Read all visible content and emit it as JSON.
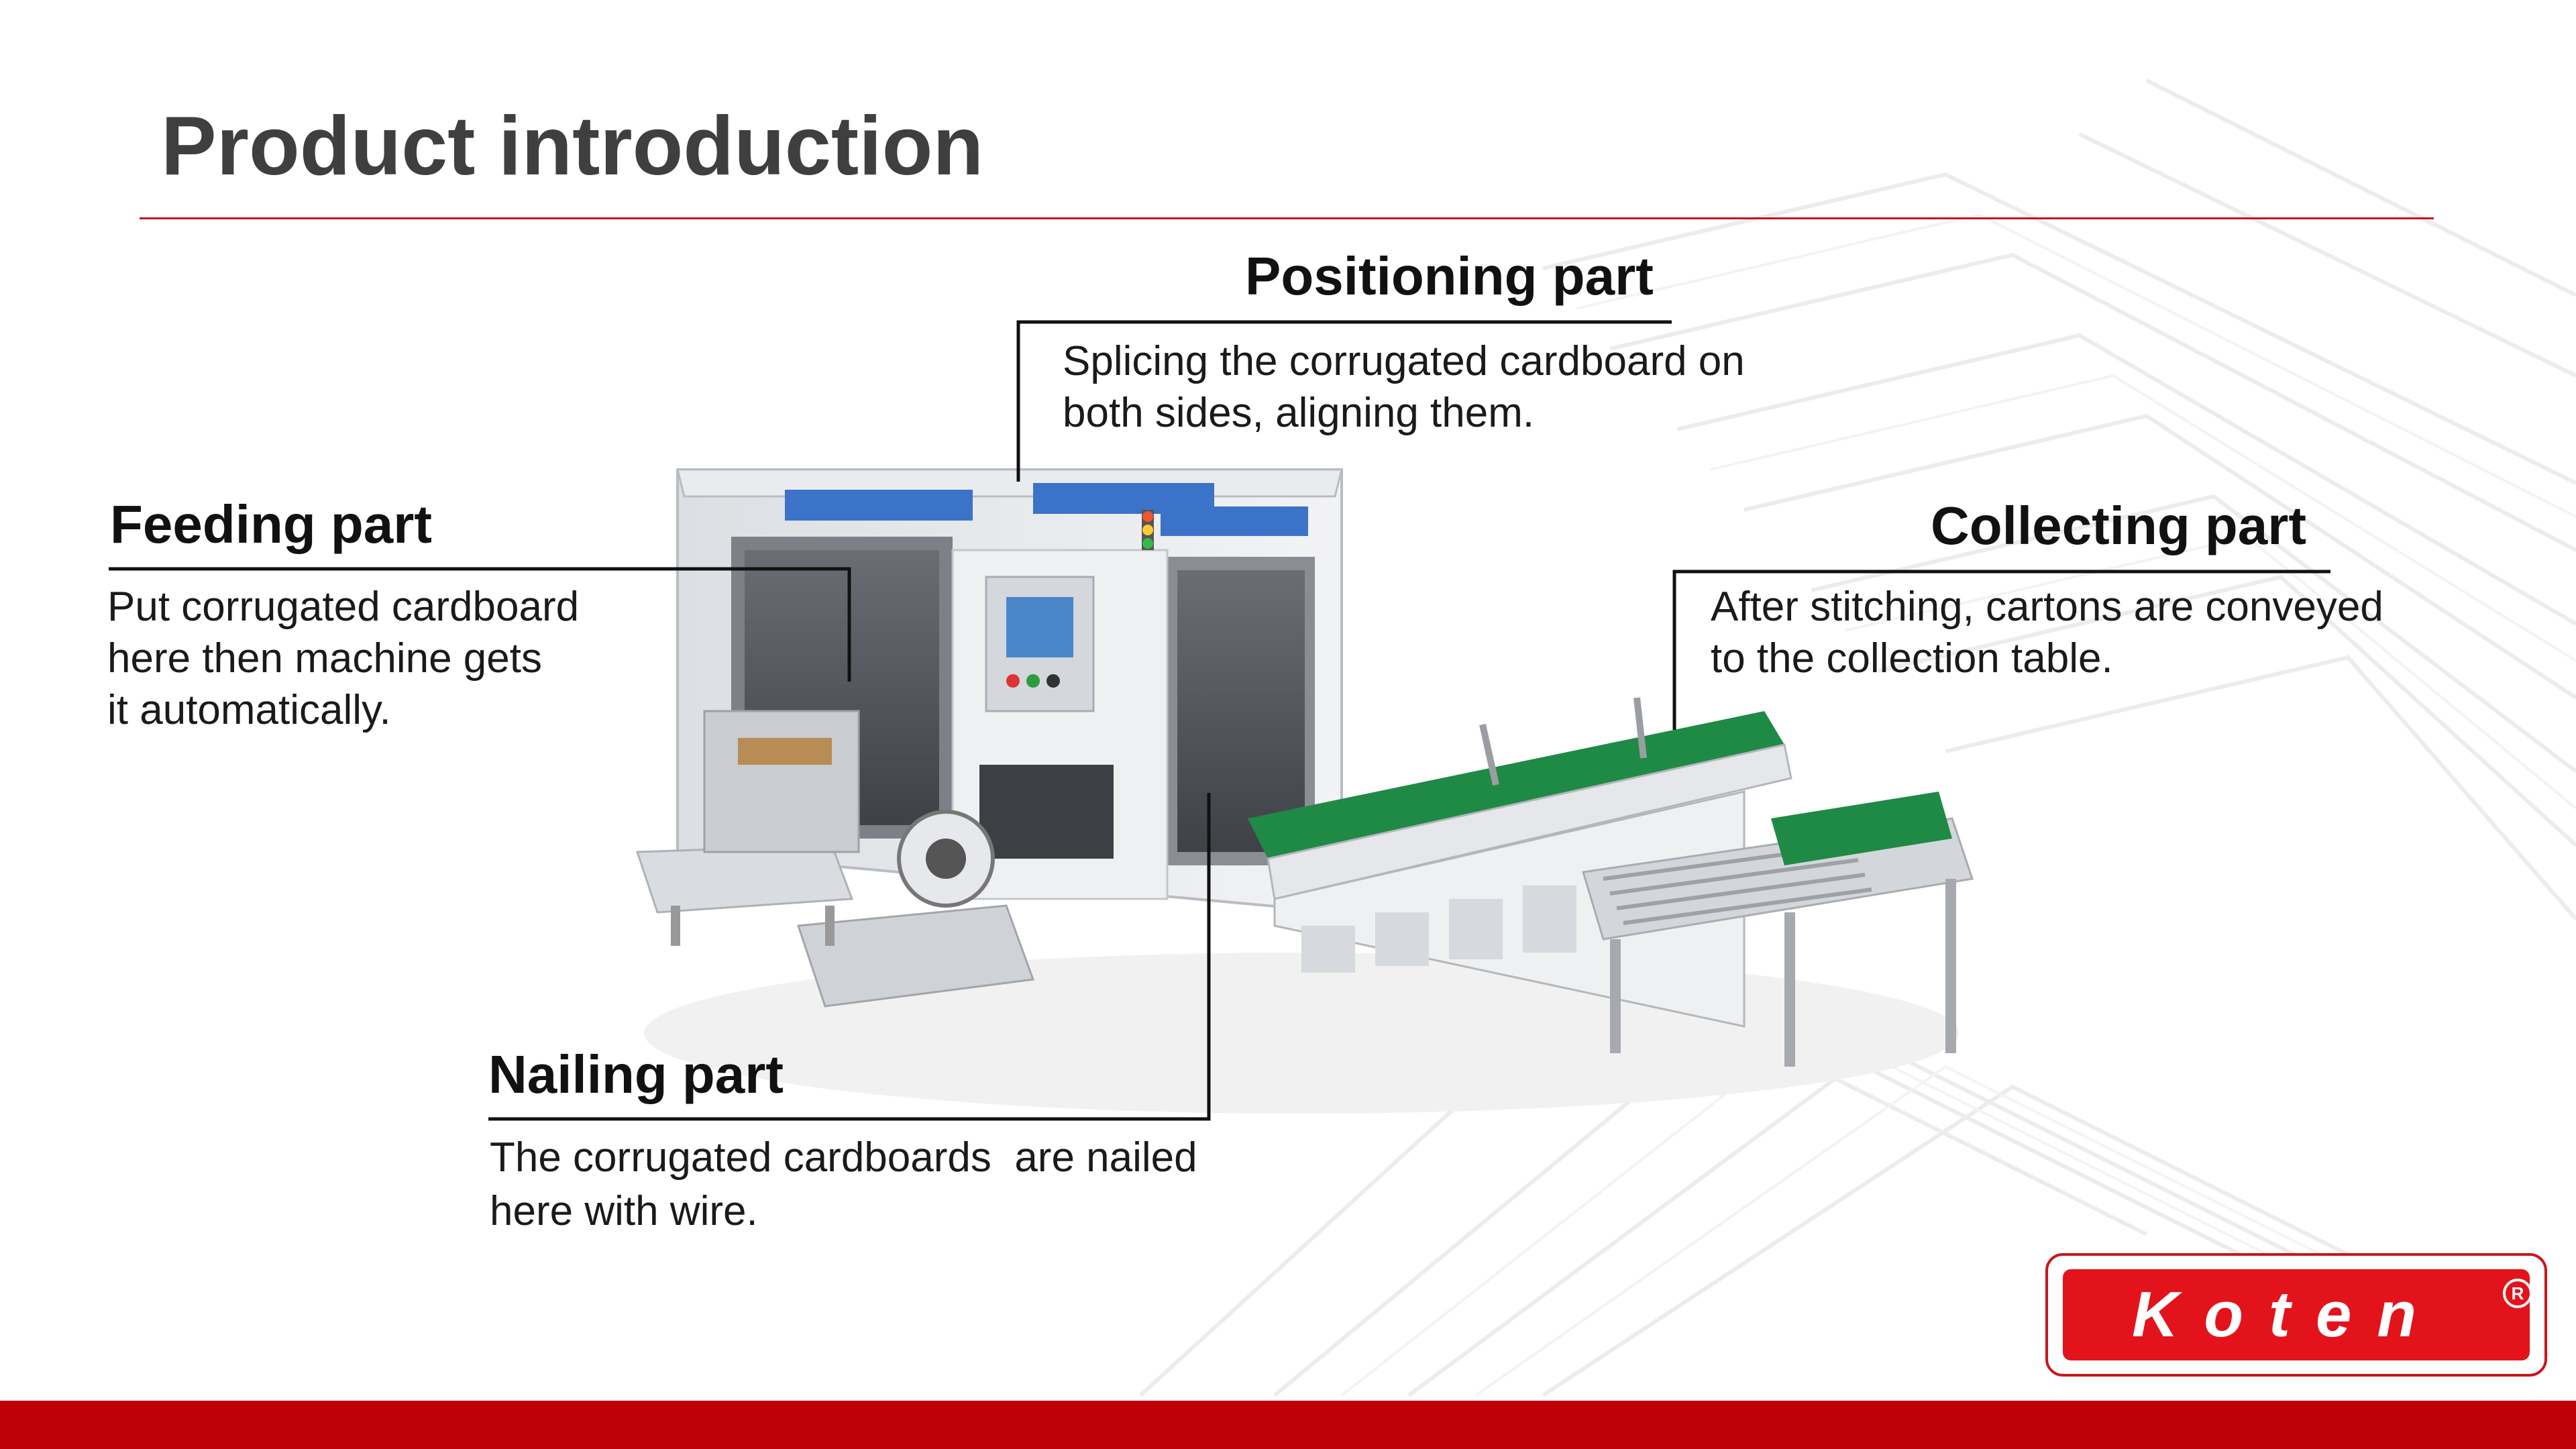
{
  "slide": {
    "title": "Product introduction"
  },
  "callouts": {
    "positioning": {
      "heading": "Positioning part",
      "lines": [
        "Splicing the corrugated cardboard on",
        "both sides, aligning them."
      ]
    },
    "feeding": {
      "heading": "Feeding part",
      "lines": [
        "Put corrugated cardboard",
        "here then machine gets",
        "it automatically."
      ]
    },
    "collecting": {
      "heading": "Collecting part",
      "lines": [
        "After stitching, cartons are conveyed",
        "to the collection table."
      ]
    },
    "nailing": {
      "heading": "Nailing part",
      "lines": [
        "The corrugated cardboards  are nailed",
        "here with wire."
      ]
    }
  },
  "logo": {
    "brand": "Koten",
    "registered_mark": "R"
  },
  "colors": {
    "accent_red": "#c00008",
    "title_gray": "#3f3f3f",
    "machine_blue": "#3a73c8",
    "conveyor_green": "#1f8a45"
  }
}
